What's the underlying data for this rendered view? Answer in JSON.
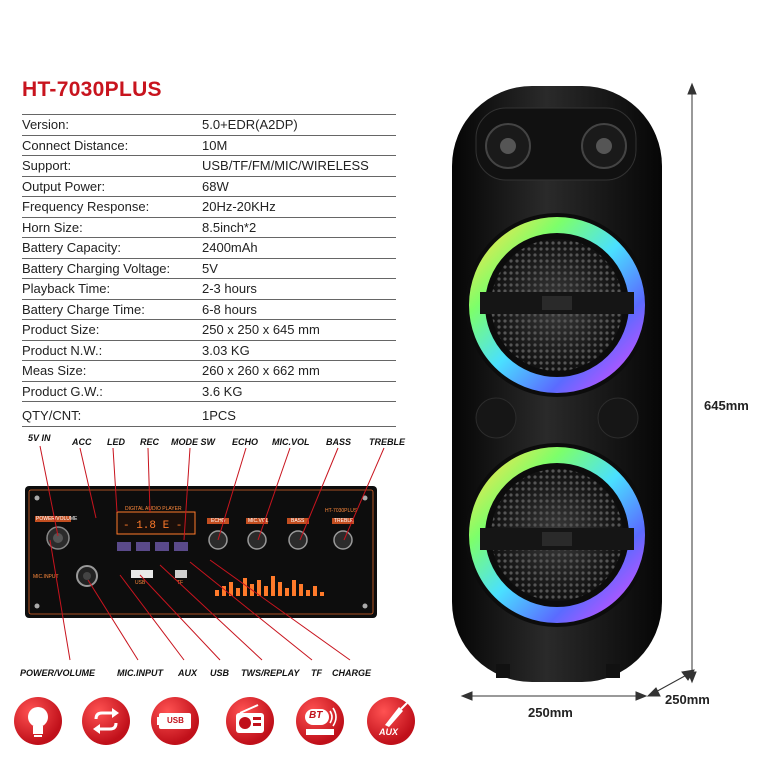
{
  "title": "HT-7030PLUS",
  "specs": [
    {
      "label": "Version:",
      "value": "5.0+EDR(A2DP)"
    },
    {
      "label": "Connect Distance:",
      "value": "10M"
    },
    {
      "label": "Support:",
      "value": "USB/TF/FM/MIC/WIRELESS"
    },
    {
      "label": "Output Power:",
      "value": "68W"
    },
    {
      "label": "Frequency Response:",
      "value": "20Hz-20KHz"
    },
    {
      "label": "Horn Size:",
      "value": "8.5inch*2"
    },
    {
      "label": "Battery Capacity:",
      "value": "2400mAh"
    },
    {
      "label": "Battery Charging Voltage:",
      "value": "5V"
    },
    {
      "label": "Playback Time:",
      "value": "2-3 hours"
    },
    {
      "label": "Battery Charge Time:",
      "value": "6-8 hours"
    },
    {
      "label": "Product Size:",
      "value": "250 x 250 x 645 mm"
    },
    {
      "label": "Product N.W.:",
      "value": "3.03 KG"
    },
    {
      "label": "Meas Size:",
      "value": "260 x 260 x 662 mm"
    },
    {
      "label": "Product G.W.:",
      "value": "3.6 KG"
    },
    {
      "label": "QTY/CNT:",
      "value": "1PCS"
    }
  ],
  "panel_top_labels": [
    "5V IN",
    "ACC",
    "LED",
    "REC",
    "MODE SW",
    "ECHO",
    "MIC.VOL",
    "BASS",
    "TREBLE"
  ],
  "panel_bottom_labels": [
    "POWER/VOLUME",
    "MIC.INPUT",
    "AUX",
    "USB",
    "TWS/REPLAY",
    "TF",
    "CHARGE"
  ],
  "panel_printed": {
    "display": "DIGITAL AUDIO PLAYER",
    "power_volume": "POWER/VOLUME",
    "echo": "ECHO",
    "mic_vol": "MIC.VOL",
    "bass": "BASS",
    "treble": "TREBLE",
    "model": "HT-7030PLUS",
    "usb": "USB",
    "tf": "TF",
    "mic_input": "MIC.INPUT"
  },
  "dimensions": {
    "height": "645mm",
    "width": "250mm",
    "depth": "250mm"
  },
  "feature_icons": {
    "usb_text": "USB",
    "bt_text": "BT",
    "aux_text": "AUX"
  },
  "colors": {
    "accent": "#c8141e",
    "panel": "#0d0d0d",
    "panel_print": "#ff8a3c"
  }
}
